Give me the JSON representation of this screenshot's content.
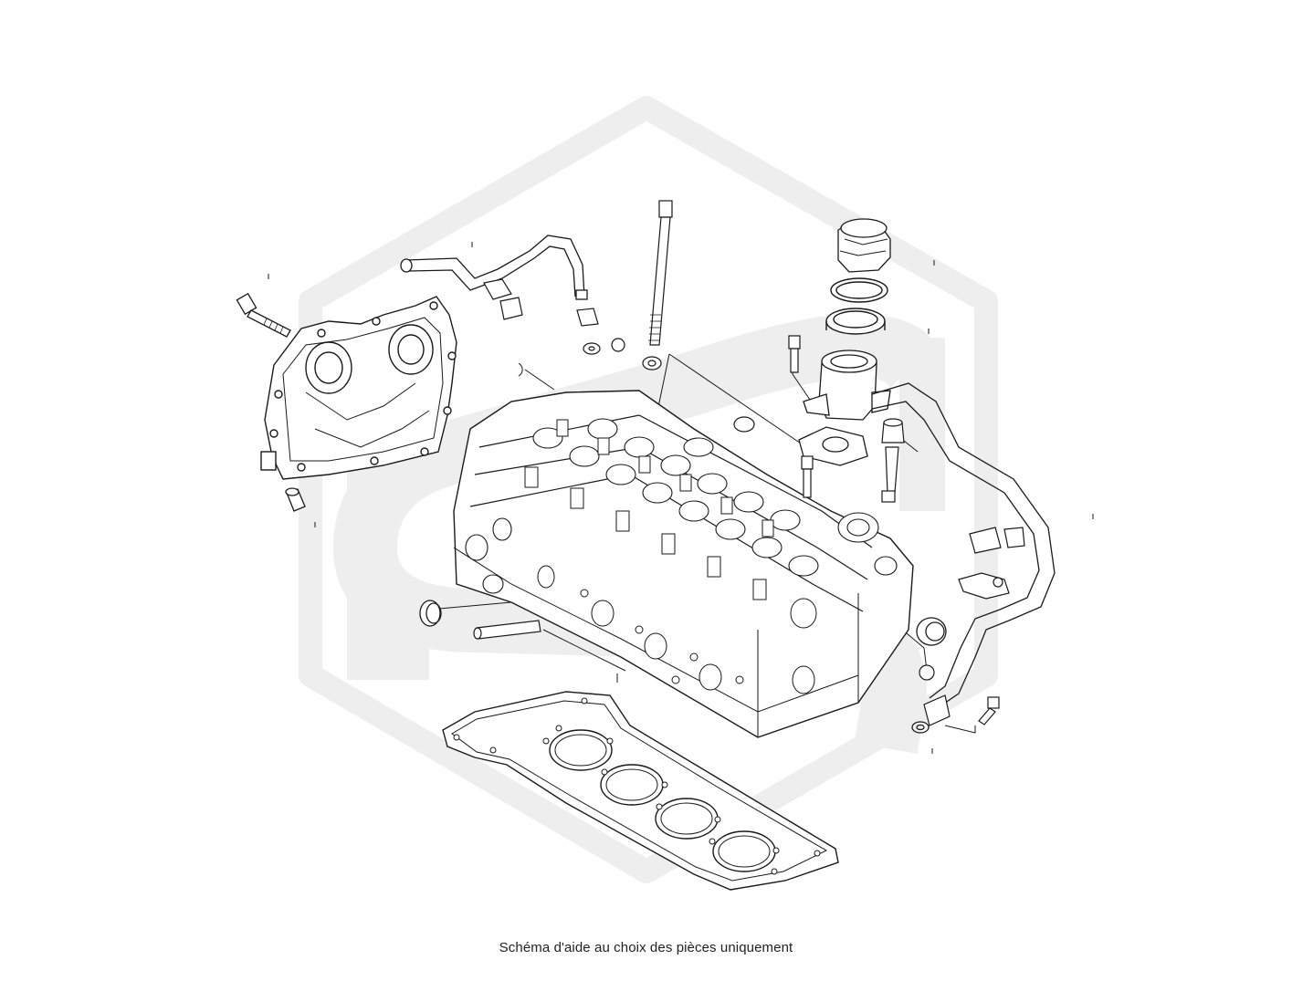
{
  "caption": "Schéma d'aide au choix des pièces uniquement",
  "colors": {
    "background": "#ffffff",
    "line": "#1a1a1a",
    "watermark": "#eeeeee"
  },
  "watermark": {
    "kind": "brand-logo",
    "shape": "hexagon-with-s"
  },
  "parts": [
    "timing-cover",
    "timing-cover-bolt",
    "dowel-sleeve",
    "crankcase-breather-hose",
    "breather-connector",
    "hose-clip",
    "long-head-bolt",
    "sealing-washer",
    "cylinder-head",
    "camshaft-assembly",
    "oil-filler-cap",
    "filler-cap-seal-ring",
    "filler-neck-seal",
    "oil-filler-neck",
    "filler-neck-gasket",
    "stud-bolt",
    "temperature-sensor",
    "sensor-probe",
    "coolant-hose",
    "hose-connector",
    "hose-bracket",
    "blanking-plug",
    "expansion-plug",
    "guide-pin",
    "hose-coupling",
    "bracket-bolt",
    "o-ring",
    "cylinder-head-gasket"
  ]
}
